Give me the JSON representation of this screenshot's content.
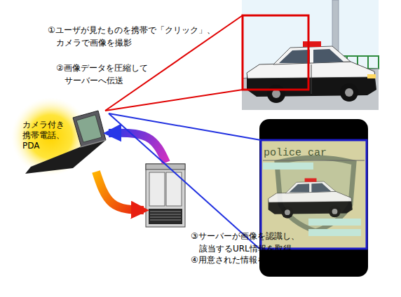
{
  "diagram": {
    "nodes": [
      {
        "text": [
          "カメラ付き 携帯電話、 PDA"
        ]
      },
      {
        "text": [
          "③サーバーが画像を認識し、 該当するURL情報を取得"
        ]
      },
      {
        "text": [
          "police car"
        ]
      }
    ],
    "edges": [
      {
        "from": 0,
        "to": 1,
        "arrow": "to"
      },
      {
        "from": 1,
        "to": 0,
        "arrow": "to"
      },
      {
        "from": 0,
        "to": 2,
        "arrow": "none"
      }
    ],
    "labels": [
      "①ユーザが見たものを携帯で「クリック」、 カメラで画像を撮影",
      "②画像データを圧縮して サーバーへ伝送",
      "④用意された情報を携帯画面で表示"
    ]
  }
}
